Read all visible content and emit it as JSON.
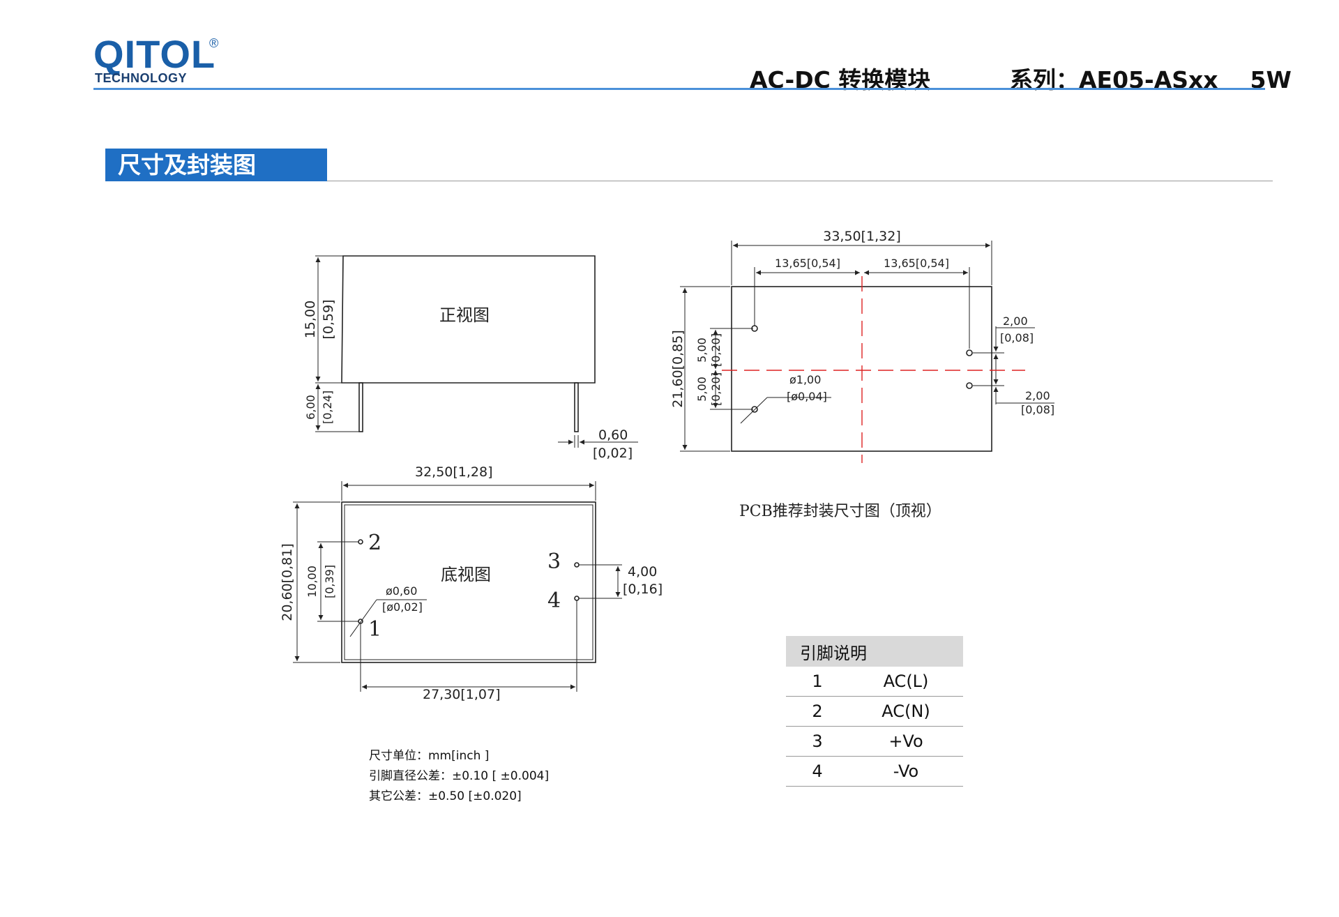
{
  "header": {
    "logo_text": "QITOL",
    "logo_reg": "®",
    "logo_sub": "TECHNOLOGY",
    "title": "AC-DC 转换模块",
    "series": "系列：AE05-ASxx    5W"
  },
  "section": {
    "title": "尺寸及封装图"
  },
  "front_view": {
    "label": "正视图",
    "dim_height": "15,00",
    "dim_height_in": "[0,59]",
    "dim_pin": "6,00",
    "dim_pin_in": "[0,24]",
    "dim_pin_w": "0,60",
    "dim_pin_w_in": "[0,02]"
  },
  "bottom_view": {
    "label": "底视图",
    "dim_width": "32,50[1,28]",
    "dim_height": "20,60[0,81]",
    "dim_pitch": "10,00",
    "dim_pitch_in": "[0,39]",
    "dim_pin_dia": "ø0,60",
    "dim_pin_dia_in": "[ø0,02]",
    "dim_pin_span": "27,30[1,07]",
    "dim_out_pitch": "4,00",
    "dim_out_pitch_in": "[0,16]",
    "pins": [
      "1",
      "2",
      "3",
      "4"
    ]
  },
  "pcb_view": {
    "caption": "PCB推荐封装尺寸图（顶视）",
    "dim_width": "33,50[1,32]",
    "dim_half_a": "13,65[0,54]",
    "dim_half_b": "13,65[0,54]",
    "dim_height": "21,60[0,85]",
    "dim_up": "5,00",
    "dim_up_in": "[0,20]",
    "dim_down": "5,00",
    "dim_down_in": "[0,20]",
    "dim_hole": "ø1,00",
    "dim_hole_in": "[ø0,04]",
    "dim_r1": "2,00",
    "dim_r1_in": "[0,08]",
    "dim_r2": "2,00",
    "dim_r2_in": "[0,08]"
  },
  "notes": [
    "尺寸单位：mm[inch ]",
    "引脚直径公差：±0.10 [ ±0.004]",
    "其它公差：±0.50 [±0.020]"
  ],
  "pin_table": {
    "header": "引脚说明",
    "rows": [
      {
        "pin": "1",
        "func": "AC(L)"
      },
      {
        "pin": "2",
        "func": "AC(N)"
      },
      {
        "pin": "3",
        "func": "+Vo"
      },
      {
        "pin": "4",
        "func": "-Vo"
      }
    ]
  }
}
